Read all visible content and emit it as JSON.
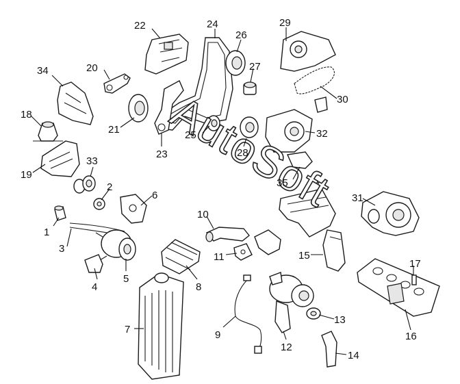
{
  "watermark": "AutoSoft",
  "labels": {
    "p1": "1",
    "p2": "2",
    "p3": "3",
    "p4": "4",
    "p5": "5",
    "p6": "6",
    "p7": "7",
    "p8": "8",
    "p9": "9",
    "p10": "10",
    "p11": "11",
    "p12": "12",
    "p13": "13",
    "p14": "14",
    "p15": "15",
    "p16": "16",
    "p17": "17",
    "p18": "18",
    "p19": "19",
    "p20": "20",
    "p21": "21",
    "p22": "22",
    "p23": "23",
    "p24": "24",
    "p25": "25",
    "p26": "26",
    "p27": "27",
    "p28": "28",
    "p29": "29",
    "p30": "30",
    "p31": "31",
    "p32": "32",
    "p33": "33",
    "p34": "34",
    "p35": "35"
  }
}
